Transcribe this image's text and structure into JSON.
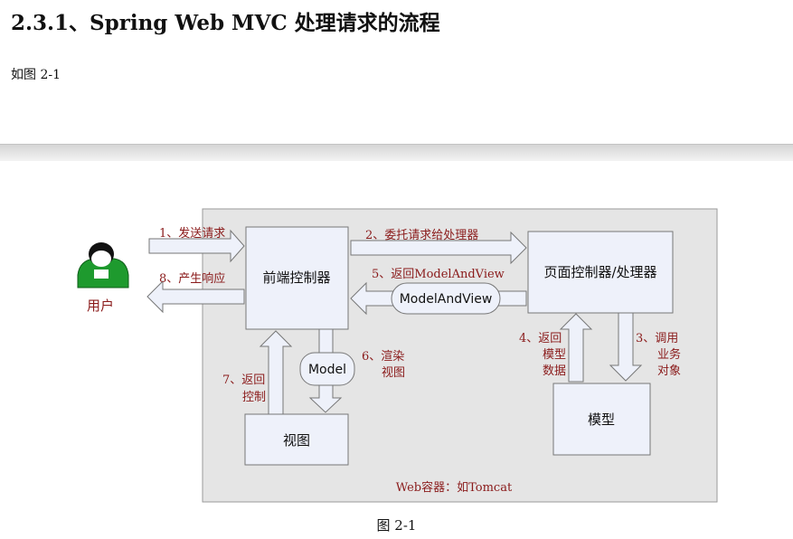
{
  "heading": "2.3.1、Spring Web MVC 处理请求的流程",
  "intro": "如图 2-1",
  "caption": "图 2-1",
  "diagram": {
    "container_label": "Web容器：如Tomcat",
    "user_label": "用户",
    "nodes": {
      "front_controller": "前端控制器",
      "page_controller": "页面控制器/处理器",
      "model": "模型",
      "view": "视图",
      "model_and_view_capsule": "ModelAndView",
      "model_capsule": "Model"
    },
    "steps": {
      "s1": "1、发送请求",
      "s2": "2、委托请求给处理器",
      "s3": [
        "3、调用",
        "业务",
        "对象"
      ],
      "s4": [
        "4、返回",
        "模型",
        "数据"
      ],
      "s5": "5、返回ModelAndView",
      "s6": [
        "6、渲染",
        "视图"
      ],
      "s7": [
        "7、返回",
        "控制"
      ],
      "s8": "8、产生响应"
    },
    "colors": {
      "node_fill": "#eef1fa",
      "container_fill": "#e5e5e5",
      "label_red": "#8a1a1a",
      "user_green": "#1e9a2e"
    }
  }
}
